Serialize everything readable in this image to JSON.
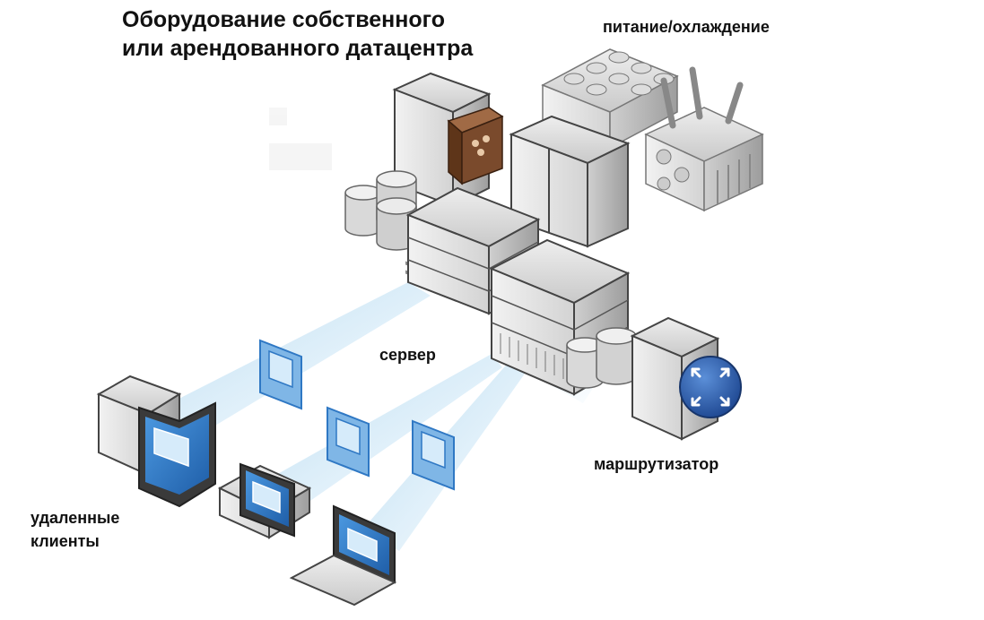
{
  "title": {
    "line1": "Оборудование собственного",
    "line2": "или арендованного датацентра"
  },
  "labels": {
    "power_cooling": "питание/охлаждение",
    "server": "сервер",
    "router": "маршрутизатор",
    "clients_line1": "удаленные",
    "clients_line2": "клиенты"
  },
  "icons": [
    "tower-server-icon",
    "directory-book-icon",
    "database-icon",
    "rack-server-icon",
    "cooling-unit-icon",
    "power-transformer-icon",
    "router-icon",
    "desktop-computer-icon",
    "laptop-icon",
    "remote-window-icon"
  ],
  "colors": {
    "beam": "#a9d4ef",
    "screen": "#2f78c4",
    "router_badge": "#2a5aa8",
    "book": "#7a4a2c"
  }
}
